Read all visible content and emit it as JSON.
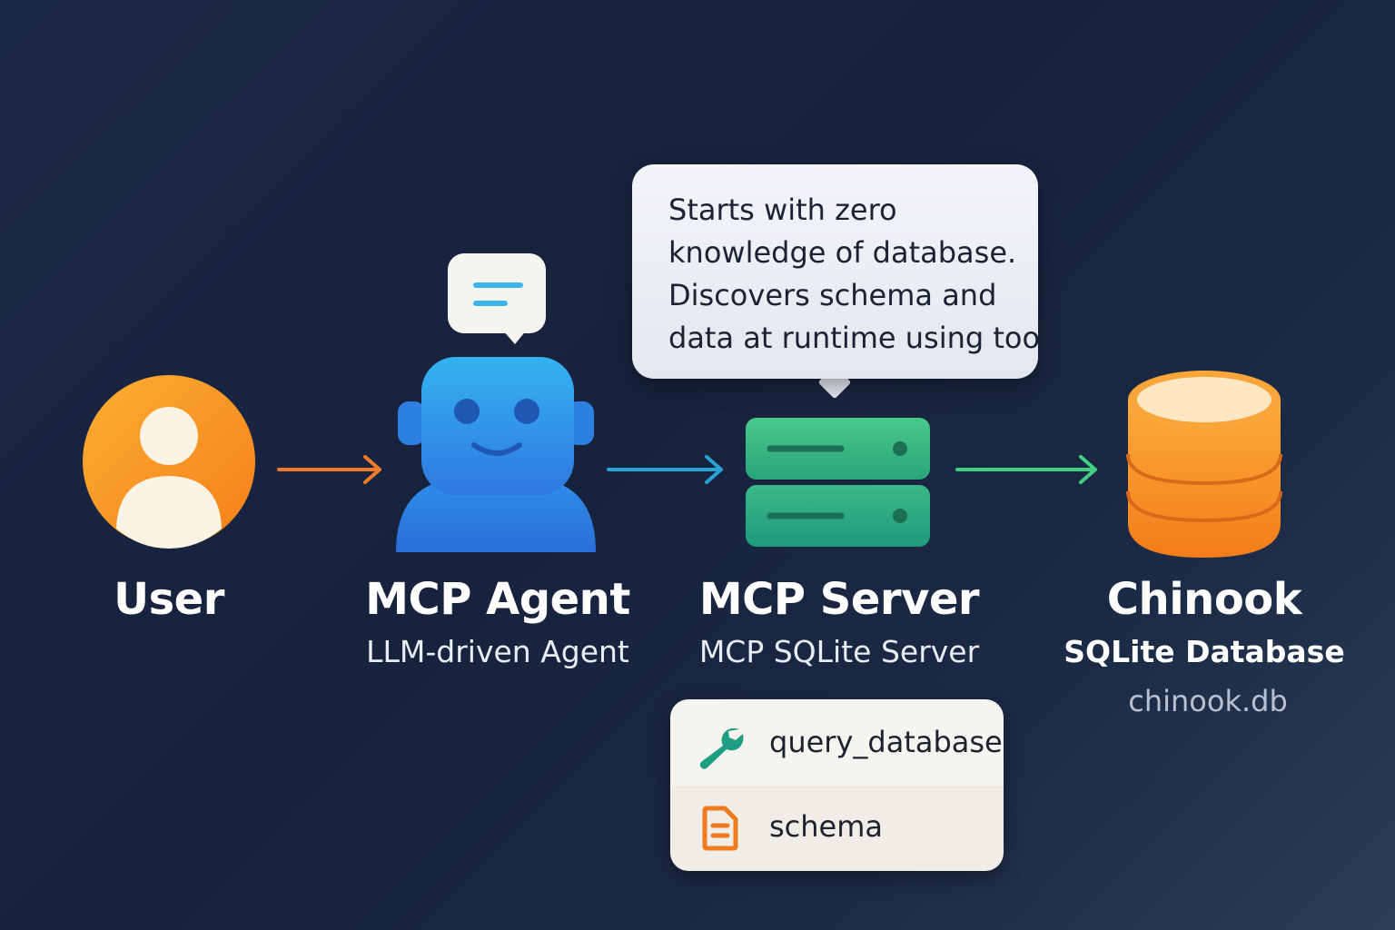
{
  "nodes": {
    "user": {
      "title": "User",
      "icon": "user-avatar-icon",
      "color": "#f7931e"
    },
    "agent": {
      "title": "MCP Agent",
      "subtitle": "LLM-driven Agent",
      "icon": "robot-icon",
      "color": "#2e86e8"
    },
    "server": {
      "title": "MCP Server",
      "subtitle": "MCP SQLite Server",
      "icon": "server-icon",
      "color": "#35b87f"
    },
    "database": {
      "title": "Chinook",
      "subtitle": "SQLite Database",
      "filename": "chinook.db",
      "icon": "database-cylinder-icon",
      "color": "#f7931e"
    }
  },
  "agent_chat_icon": "chat-bubble-icon",
  "speech_bubble": {
    "lines": [
      "Starts with zero",
      "knowledge of database.",
      "Discovers schema and",
      "data at runtime using tool:"
    ]
  },
  "tools": [
    {
      "label": "query_database",
      "icon": "wrench-icon",
      "color": "#1e9e82"
    },
    {
      "label": "schema",
      "icon": "document-icon",
      "color": "#f07a1e"
    }
  ],
  "arrows": [
    {
      "from": "user",
      "to": "agent",
      "color": "#f07a2a"
    },
    {
      "from": "agent",
      "to": "server",
      "color": "#27a3d6"
    },
    {
      "from": "server",
      "to": "database",
      "color": "#3fcf7f"
    }
  ]
}
